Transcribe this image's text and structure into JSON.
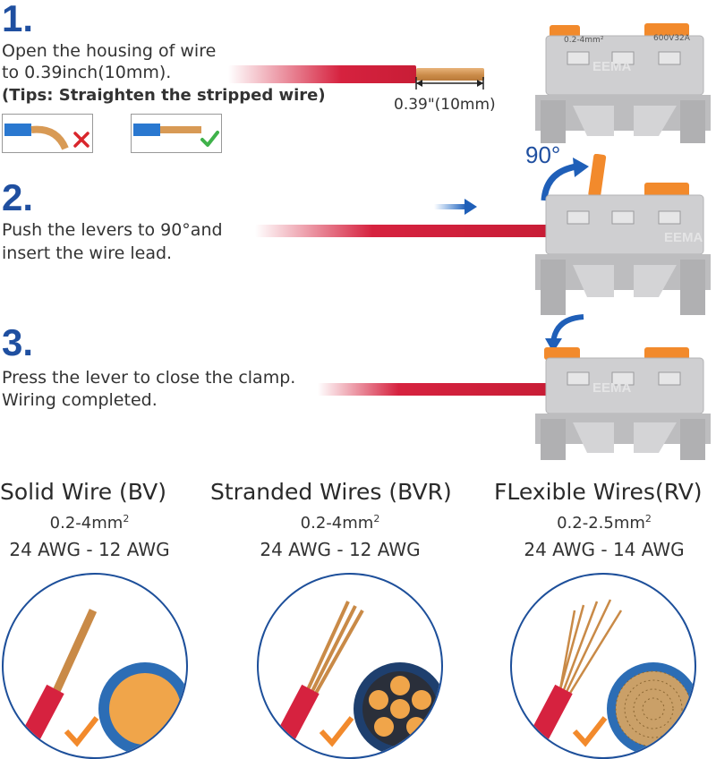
{
  "steps": [
    {
      "number": "1.",
      "lines": [
        "Open the housing of wire",
        "to 0.39inch(10mm)."
      ],
      "tip": "(Tips:  Straighten the stripped wire)"
    },
    {
      "number": "2.",
      "lines": [
        "Push the levers to 90°and",
        "insert the wire lead."
      ]
    },
    {
      "number": "3.",
      "lines": [
        "Press the lever to close the clamp.",
        "Wiring completed."
      ]
    }
  ],
  "strip_length_label": "0.39\"(10mm)",
  "angle_label": "90°",
  "connector": {
    "rating_left": "0.2-4mm²",
    "rating_right": "600V32A",
    "brand": "EEMA"
  },
  "wire_types": [
    {
      "title": "Solid Wire (BV)",
      "range_mm": "0.2-4mm",
      "sup": "2",
      "awg": "24 AWG - 12 AWG"
    },
    {
      "title": "Stranded Wires (BVR)",
      "range_mm": "0.2-4mm",
      "sup": "2",
      "awg": "24 AWG - 12 AWG"
    },
    {
      "title": "FLexible Wires(RV)",
      "range_mm": "0.2-2.5mm",
      "sup": "2",
      "awg": "24 AWG - 14 AWG"
    }
  ],
  "colors": {
    "step_blue": "#1f4fa0",
    "wire_red": "#d6223f",
    "lever_orange": "#f28a2c",
    "housing_gray": "#c9c9cb",
    "check_green": "#3fb24a",
    "cross_red": "#d9262c"
  },
  "icons": [
    "arrow-right-icon",
    "curved-arrow-up-icon",
    "curved-arrow-down-icon",
    "check-icon",
    "cross-icon"
  ]
}
